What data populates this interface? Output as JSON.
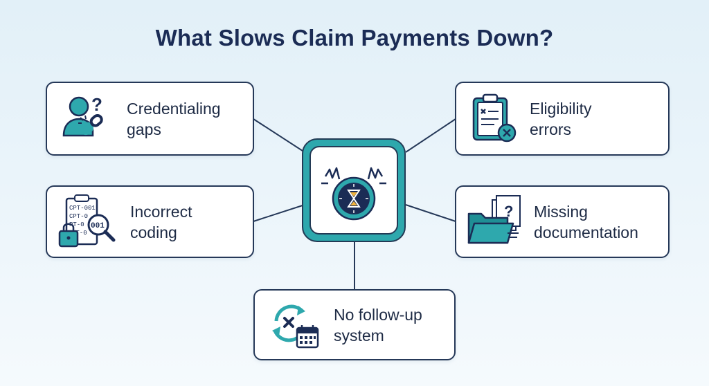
{
  "title": "What Slows Claim Payments Down?",
  "colors": {
    "teal": "#2ea8ad",
    "navy": "#1b2c55",
    "outline": "#253858"
  },
  "hub": {
    "icon": "stopwatch-hourglass-icon"
  },
  "nodes": {
    "credentialing": {
      "line1": "Credentialing",
      "line2": "gaps",
      "icon": "user-question-broken-link-icon"
    },
    "eligibility": {
      "line1": "Eligibility",
      "line2": "errors",
      "icon": "clipboard-x-icon"
    },
    "coding": {
      "line1": "Incorrect",
      "line2": "coding",
      "icon": "code-sheet-lock-magnifier-icon",
      "icon_text": [
        "CPT-001",
        "CPT-0",
        "PT-0",
        "PT-0",
        "001"
      ]
    },
    "documentation": {
      "line1": "Missing",
      "line2": "documentation",
      "icon": "folder-question-docs-icon"
    },
    "followup": {
      "line1": "No follow-up",
      "line2": "system",
      "icon": "cycle-x-calendar-icon"
    }
  }
}
